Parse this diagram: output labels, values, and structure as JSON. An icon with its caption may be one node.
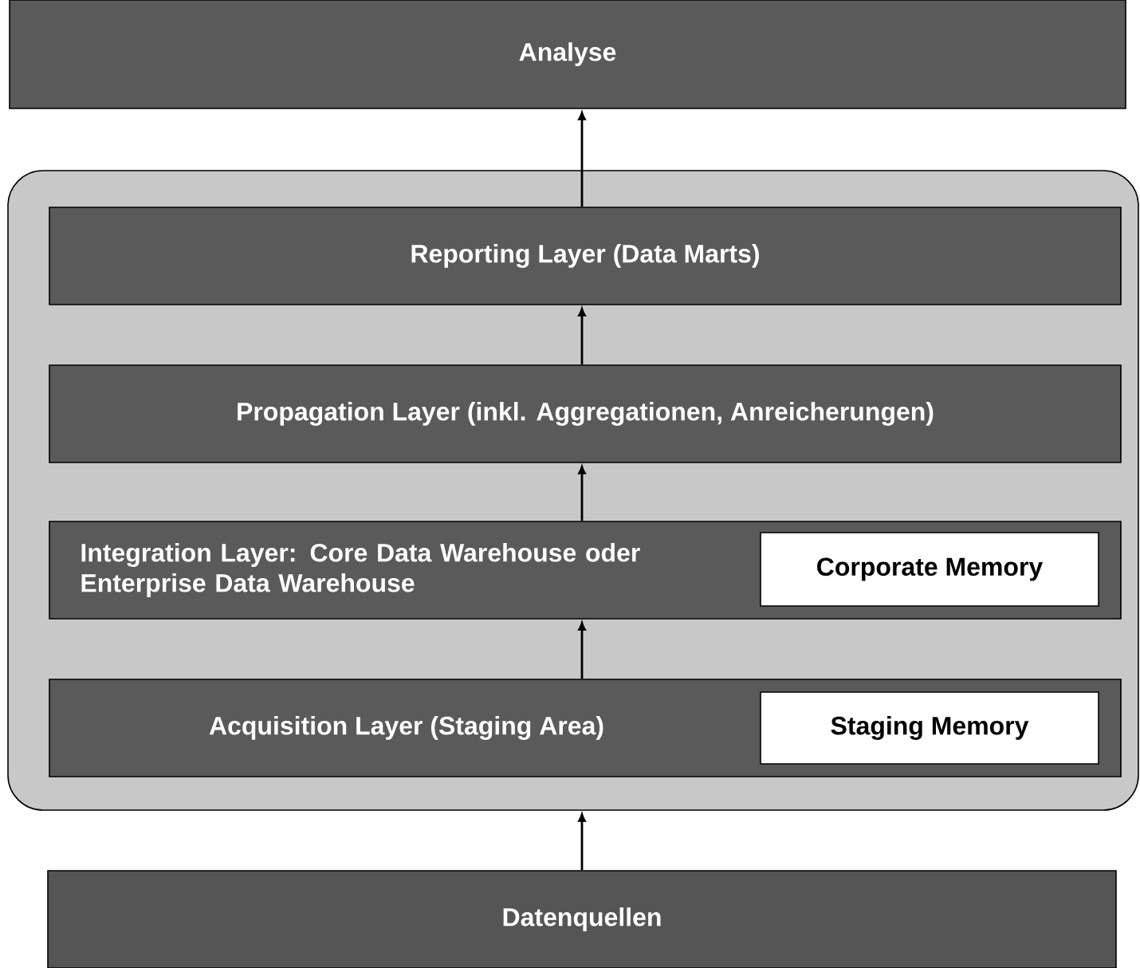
{
  "diagram": {
    "nodes": [
      {
        "text": [
          "Analyse"
        ]
      },
      {
        "text": [],
        "shape": "box"
      },
      {
        "text": [
          "Reporting Layer (Data Marts)"
        ],
        "in": 1
      },
      {
        "text": [
          "Propagation Layer (inkl. Aggregationen, Anreicherungen)"
        ],
        "in": 1
      },
      {
        "text": [
          "Integration Layer: Core Data Warehouse oder Enterprise Data Warehouse"
        ],
        "in": 1
      },
      {
        "text": [
          "Corporate Memory"
        ],
        "in": 4
      },
      {
        "text": [
          "Acquisition Layer (Staging Area)"
        ],
        "in": 1
      },
      {
        "text": [
          "Staging Memory"
        ],
        "in": 6
      },
      {
        "text": [
          "Datenquellen"
        ]
      }
    ],
    "edges": [
      {
        "from": 8,
        "to": 1,
        "arrow": "to"
      },
      {
        "from": 6,
        "to": 4,
        "arrow": "to"
      },
      {
        "from": 4,
        "to": 3,
        "arrow": "to"
      },
      {
        "from": 3,
        "to": 2,
        "arrow": "to"
      },
      {
        "from": 2,
        "to": 0,
        "arrow": "to"
      }
    ]
  }
}
